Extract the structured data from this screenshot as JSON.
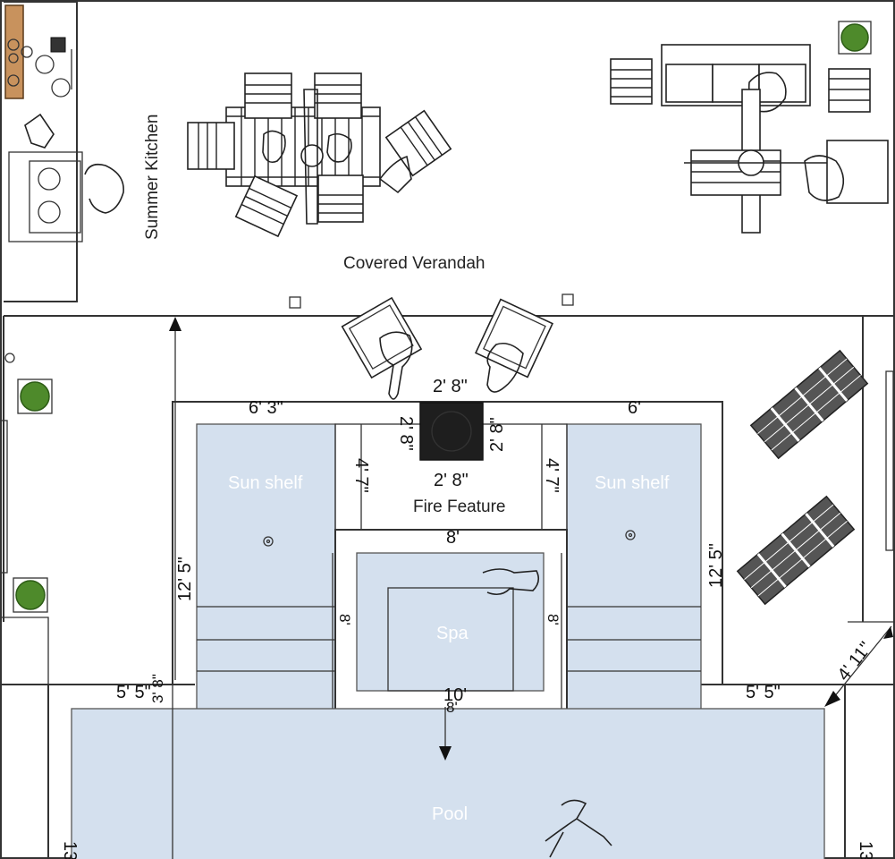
{
  "rooms": {
    "summer_kitchen": "Summer Kitchen",
    "covered_verandah": "Covered Verandah",
    "fire_feature": "Fire Feature",
    "spa": "Spa",
    "pool": "Pool",
    "sun_shelf_left": "Sun shelf",
    "sun_shelf_right": "Sun shelf"
  },
  "dimensions": {
    "top_left_ledge": "6' 3\"",
    "top_right_ledge": "6'",
    "fire_top": "2' 8\"",
    "fire_left": "2' 8\"",
    "fire_right": "2' 8\"",
    "fire_bottom": "2' 8\"",
    "fire_area_left": "4' 7\"",
    "fire_area_right": "4' 7\"",
    "spa_width": "8'",
    "left_height": "12' 5\"",
    "right_height": "12' 5\"",
    "spa_left": "8'",
    "spa_right": "8'",
    "spa_bottom": "10'",
    "spa_bottom_small": "8'",
    "pool_left_step": "5' 5\"",
    "pool_right_step": "5' 5\"",
    "small_left": "3' 8\"",
    "diag_right": "4' 11\"",
    "pool_left_edge": "13",
    "pool_right_edge": "13"
  },
  "colors": {
    "water": "#d4e0ee",
    "fire_pit": "#1e1e1e",
    "plant": "#4e8a2b"
  }
}
